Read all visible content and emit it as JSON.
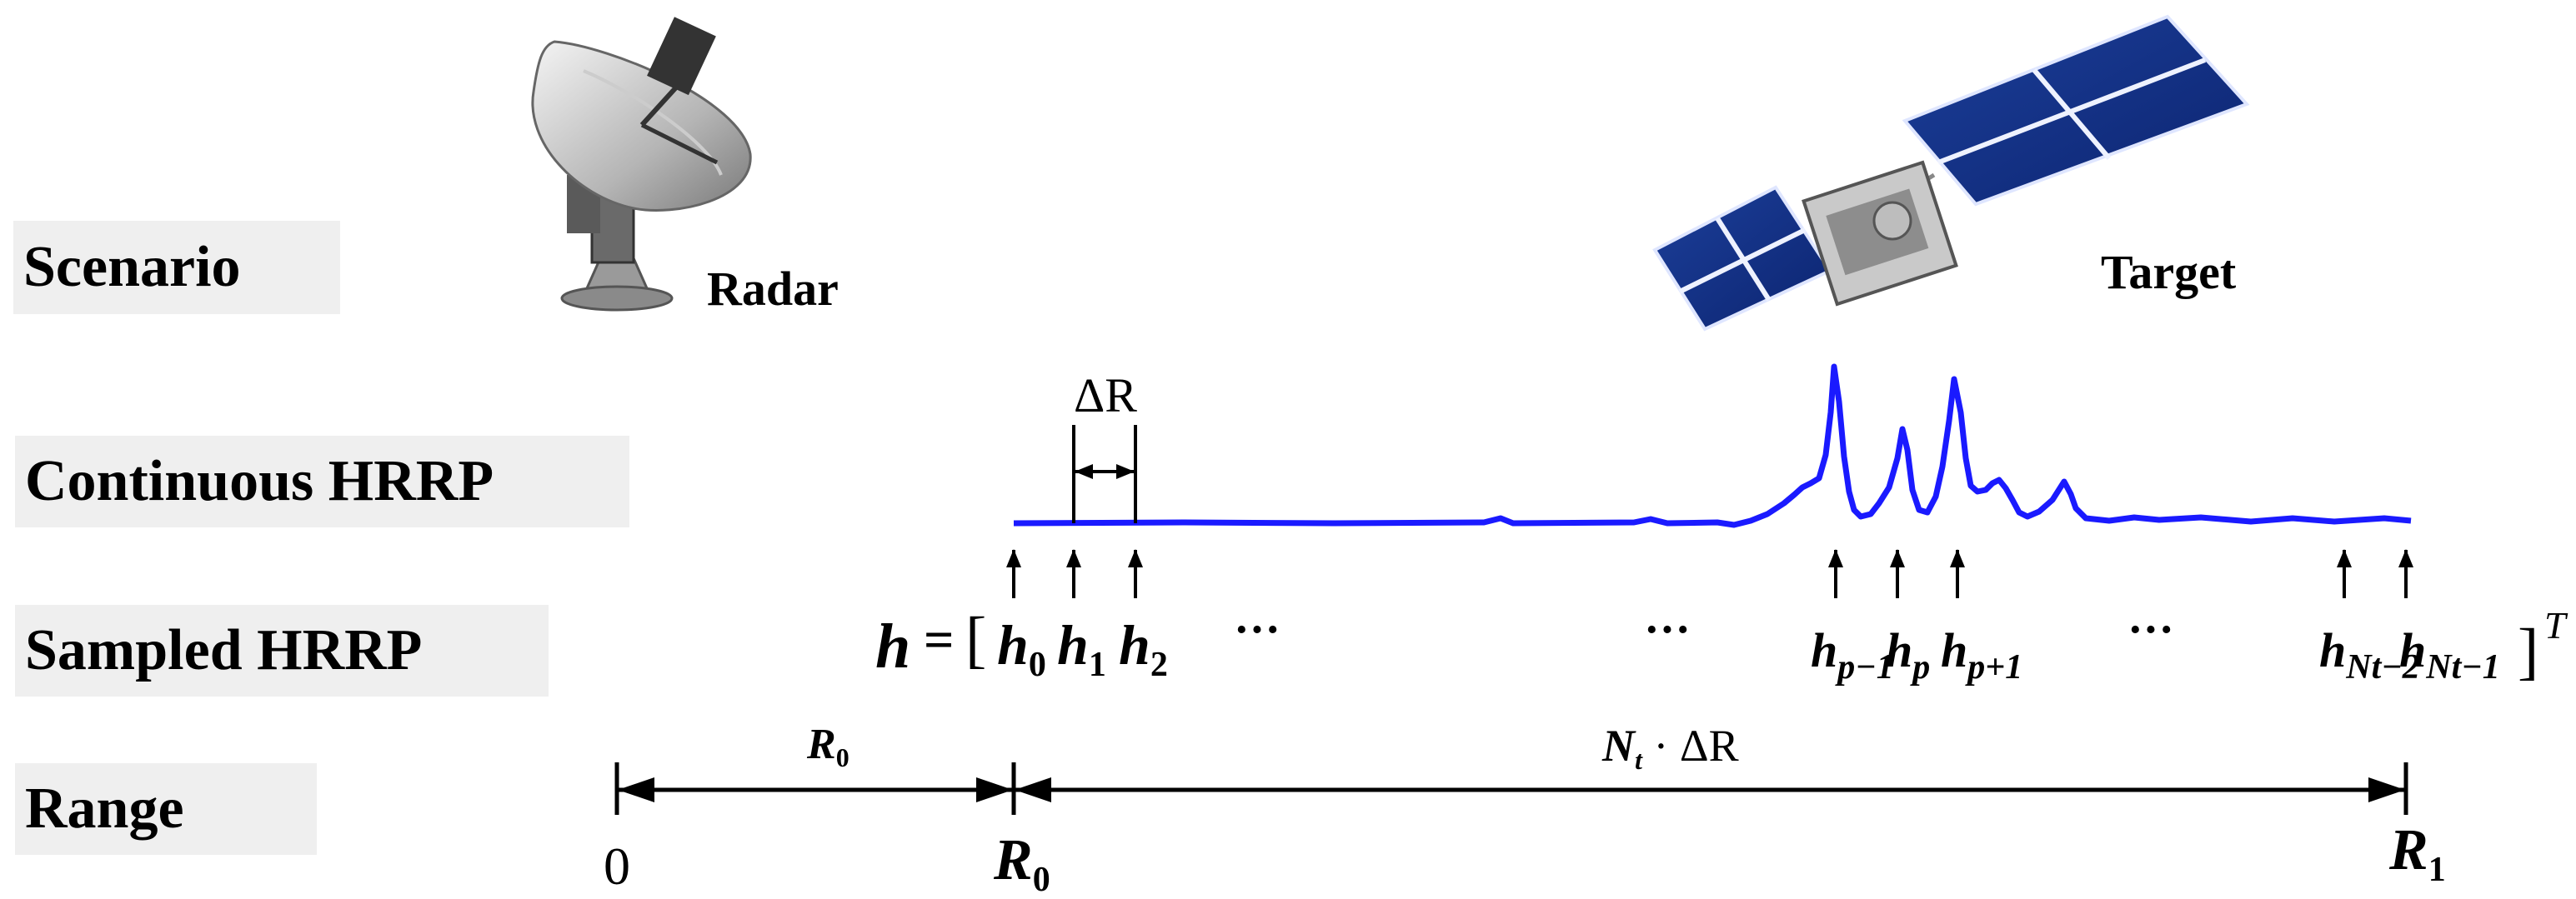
{
  "rows": {
    "scenario": "Scenario",
    "continuous": "Continuous HRRP",
    "sampled": "Sampled HRRP",
    "range": "Range"
  },
  "scene": {
    "radar_label": "Radar",
    "target_label": "Target",
    "radar_icon": "radar-dish",
    "target_icon": "satellite"
  },
  "continuous": {
    "delta_r_label": "ΔR",
    "signal_color": "#1a1aff"
  },
  "sampled": {
    "h_symbol": "h",
    "equals": "=",
    "open_bracket": "[",
    "close_bracket": "]",
    "transpose": "T",
    "samples": [
      {
        "base": "h",
        "sub": "0"
      },
      {
        "base": "h",
        "sub": "1"
      },
      {
        "base": "h",
        "sub": "2"
      },
      {
        "base": "h",
        "sub": "p−1"
      },
      {
        "base": "h",
        "sub": "p"
      },
      {
        "base": "h",
        "sub": "p+1"
      },
      {
        "base": "h",
        "sub": "Nt−2"
      },
      {
        "base": "h",
        "sub": "Nt−1"
      }
    ],
    "ellipsis": "···"
  },
  "range": {
    "r0_base": "R",
    "r0_sub": "0",
    "span_base": "N",
    "span_sub": "t",
    "span_rest": "· ΔR",
    "tick_zero": "0",
    "tick_r0_base": "R",
    "tick_r0_sub": "0",
    "tick_r1_base": "R",
    "tick_r1_sub": "1"
  }
}
